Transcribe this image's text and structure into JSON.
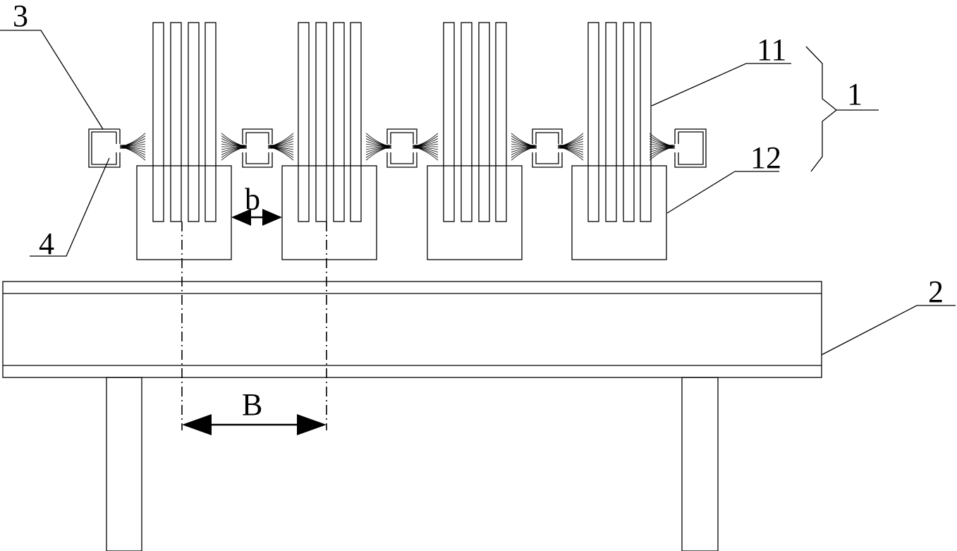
{
  "figure": {
    "labels": {
      "sprayer": "3",
      "nozzle": "4",
      "plates": "11",
      "group": "1",
      "holder": "12",
      "conveyor": "2",
      "gap": "b",
      "pitch": "B"
    },
    "plate_groups": 4,
    "plates_per_group": 4,
    "spray_units": 5
  }
}
